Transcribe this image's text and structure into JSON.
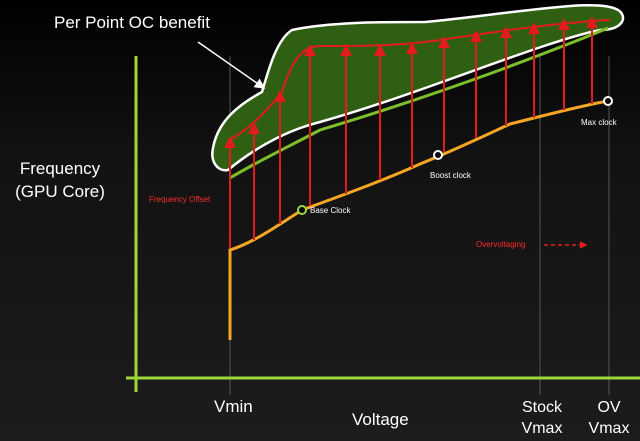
{
  "title": "Per Point OC benefit",
  "y_axis_label_line1": "Frequency",
  "y_axis_label_line2": "(GPU Core)",
  "x_axis_label": "Voltage",
  "x_ticks": {
    "vmin": "Vmin",
    "stock_line1": "Stock",
    "stock_line2": "Vmax",
    "ov_line1": "OV",
    "ov_line2": "Vmax"
  },
  "points": {
    "base": "Base Clock",
    "boost": "Boost clock",
    "max": "Max clock"
  },
  "frequency_offset": "Frequency Offset",
  "overvoltaging": "Overvoltaging",
  "colors": {
    "axis": "#9fd83a",
    "base_curve": "#f5a623",
    "oc_curve": "#e31b1b",
    "offset_arrows": "#e31b1b",
    "green_line": "#7bbf2a",
    "benefit_fill": "#2f5f12",
    "benefit_outline": "#ffffff",
    "guide_lines": "#5a5a5a"
  }
}
